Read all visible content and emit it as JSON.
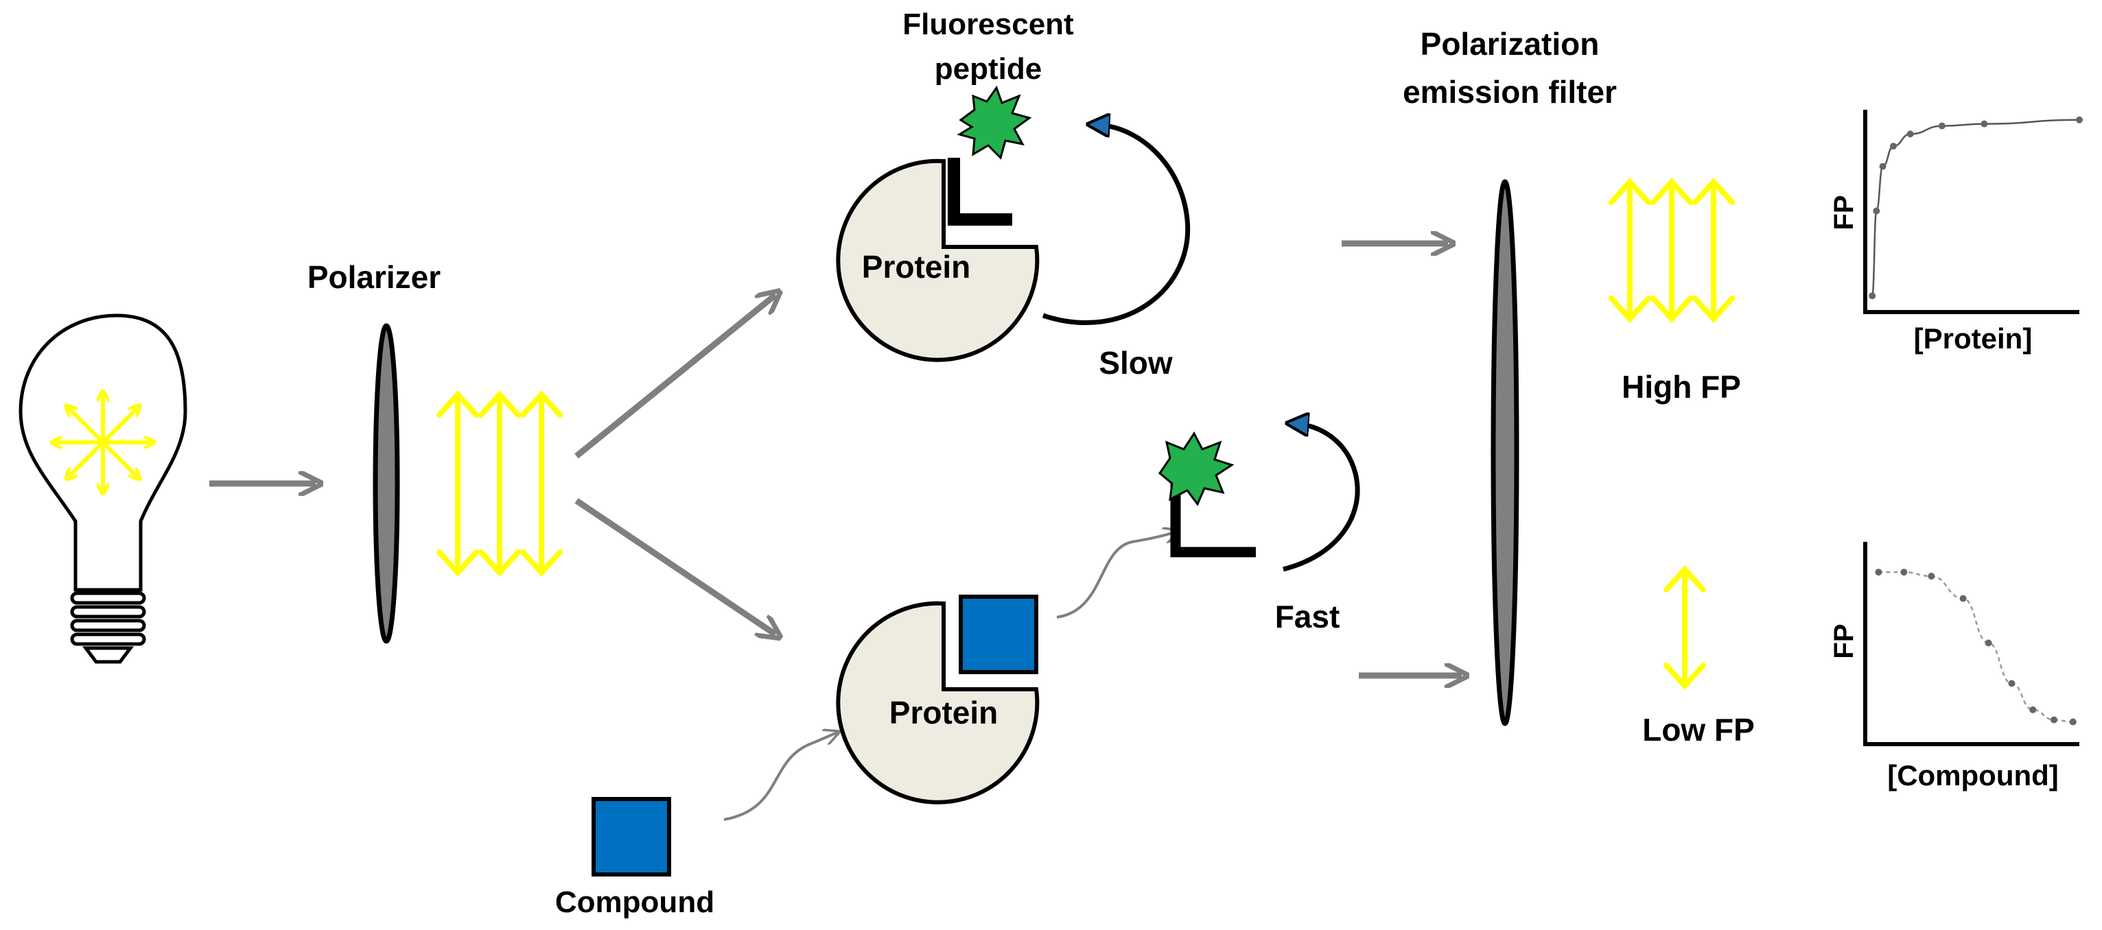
{
  "labels": {
    "fluorescent_peptide_line1": "Fluorescent",
    "fluorescent_peptide_line2": "peptide",
    "polarization_filter_line1": "Polarization",
    "polarization_filter_line2": "emission filter",
    "polarizer": "Polarizer",
    "protein_top": "Protein",
    "protein_bottom": "Protein",
    "slow": "Slow",
    "fast": "Fast",
    "high_fp": "High FP",
    "low_fp": "Low FP",
    "compound": "Compound"
  },
  "colors": {
    "arrow_gray": "#7f7f7f",
    "yellow": "#ffff00",
    "compound_blue": "#0070c0",
    "protein_fill": "#eeece1",
    "peptide_green": "#22b14c"
  },
  "chart_data": [
    {
      "type": "scatter",
      "title": "",
      "xlabel": "[Protein]",
      "ylabel": "FP",
      "x": [
        0.02,
        0.04,
        0.07,
        0.12,
        0.2,
        0.35,
        0.55,
        1.0
      ],
      "y": [
        0.08,
        0.5,
        0.72,
        0.82,
        0.88,
        0.92,
        0.93,
        0.95
      ],
      "xlim": [
        0,
        1
      ],
      "ylim": [
        0,
        1
      ],
      "grid": false
    },
    {
      "type": "scatter",
      "title": "",
      "xlabel": "[Compound]",
      "ylabel": "FP",
      "x": [
        0.05,
        0.17,
        0.3,
        0.45,
        0.57,
        0.68,
        0.78,
        0.88,
        0.97
      ],
      "y": [
        0.85,
        0.85,
        0.83,
        0.72,
        0.5,
        0.3,
        0.17,
        0.12,
        0.11
      ],
      "xlim": [
        0,
        1
      ],
      "ylim": [
        0,
        1
      ],
      "grid": false
    }
  ]
}
